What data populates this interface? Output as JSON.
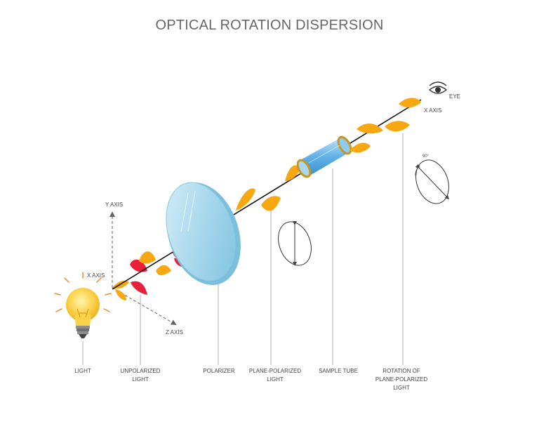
{
  "title": "OPTICAL ROTATION DISPERSION",
  "axes": {
    "y_axis": "Y AXIS",
    "x_axis_left": "X AXIS",
    "z_axis": "Z AXIS",
    "x_axis_right": "X AXIS",
    "eye": "EYE"
  },
  "angle_label": "90°",
  "labels": {
    "light": "LIGHT",
    "unpolarized_1": "UNPOLARIZED",
    "unpolarized_2": "LIGHT",
    "polarizer": "POLARIZER",
    "plane_polarized_1": "PLANE-POLARIZED",
    "plane_polarized_2": "LIGHT",
    "sample_tube": "SAMPLE TUBE",
    "rotation_1": "ROTATION OF",
    "rotation_2": "PLANE-POLARIZED",
    "rotation_3": "LIGHT"
  },
  "colors": {
    "wave_orange": "#f7a70f",
    "wave_red": "#e8203a",
    "polarizer_blue": "#9fd3ea",
    "tube_blue": "#5fb0e6",
    "tube_ring": "#c8961e",
    "bulb_yellow": "#fbd24a"
  }
}
